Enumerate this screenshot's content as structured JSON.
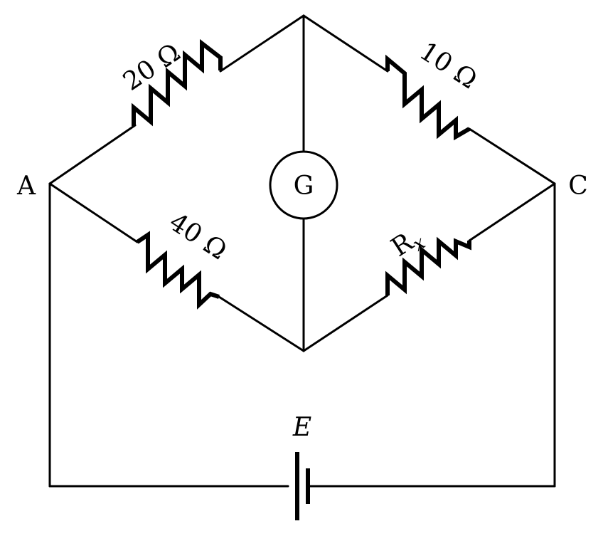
{
  "nodes": {
    "a": "A",
    "c": "C"
  },
  "resistors": {
    "top_left": "20 Ω",
    "top_right": "10 Ω",
    "bottom_left": "40 Ω",
    "bottom_right_main": "R",
    "bottom_right_sub": "x"
  },
  "galvanometer": "G",
  "battery": "E"
}
